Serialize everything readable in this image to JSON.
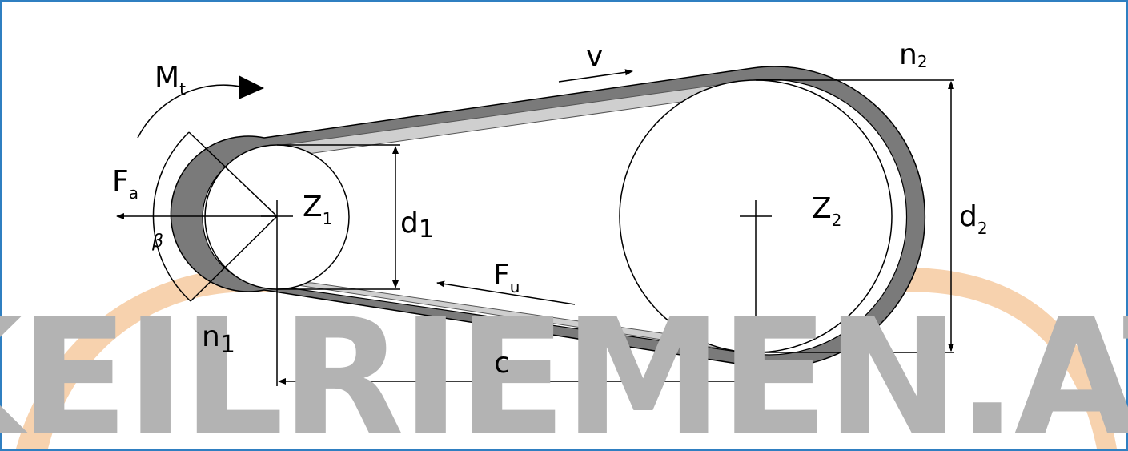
{
  "labels": {
    "torque": {
      "main": "M",
      "sub": "t"
    },
    "axial_force": {
      "main": "F",
      "sub": "a"
    },
    "wrap_angle": "β",
    "pulley_1": {
      "main": "Z",
      "sub": "1"
    },
    "pulley_2": {
      "main": "Z",
      "sub": "2"
    },
    "diameter_1": {
      "main": "d",
      "sub": "1"
    },
    "diameter_2": {
      "main": "d",
      "sub": "2"
    },
    "speed_1": {
      "main": "n",
      "sub": "1"
    },
    "speed_2": {
      "main": "n",
      "sub": "2"
    },
    "belt_speed": "v",
    "circumferential_force": {
      "main": "F",
      "sub": "u"
    },
    "center_distance": "c"
  },
  "watermark": {
    "text": "KEILRIEMEN.AT",
    "colors": {
      "text": "#b3b3b3",
      "swoosh": "#f7d2ae"
    }
  },
  "colors": {
    "frame": "#2f7fc1",
    "belt": "#7a7a7a",
    "belt_light": "#cfcfcf",
    "line": "#000000"
  }
}
